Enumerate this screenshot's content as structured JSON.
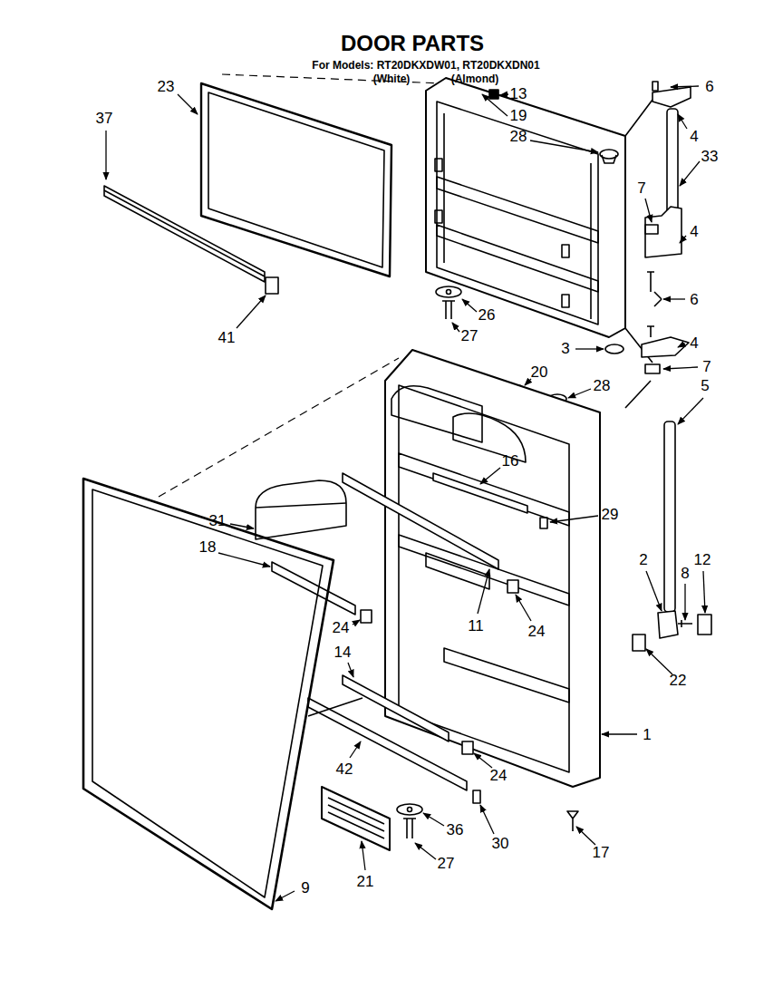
{
  "diagram": {
    "title": "DOOR PARTS",
    "labels": [
      "For Models: RT20DKXDW01, RT20DKXDN01",
      "(White)",
      "(Almond)",
      "23",
      "37",
      "13",
      "19",
      "28",
      "6",
      "4",
      "33",
      "7",
      "4",
      "6",
      "26",
      "41",
      "27",
      "4",
      "3",
      "7",
      "20",
      "28",
      "5",
      "16",
      "31",
      "29",
      "18",
      "2",
      "8",
      "12",
      "24",
      "11",
      "24",
      "14",
      "22",
      "1",
      "42",
      "24",
      "36",
      "30",
      "17",
      "27",
      "21",
      "9"
    ]
  }
}
